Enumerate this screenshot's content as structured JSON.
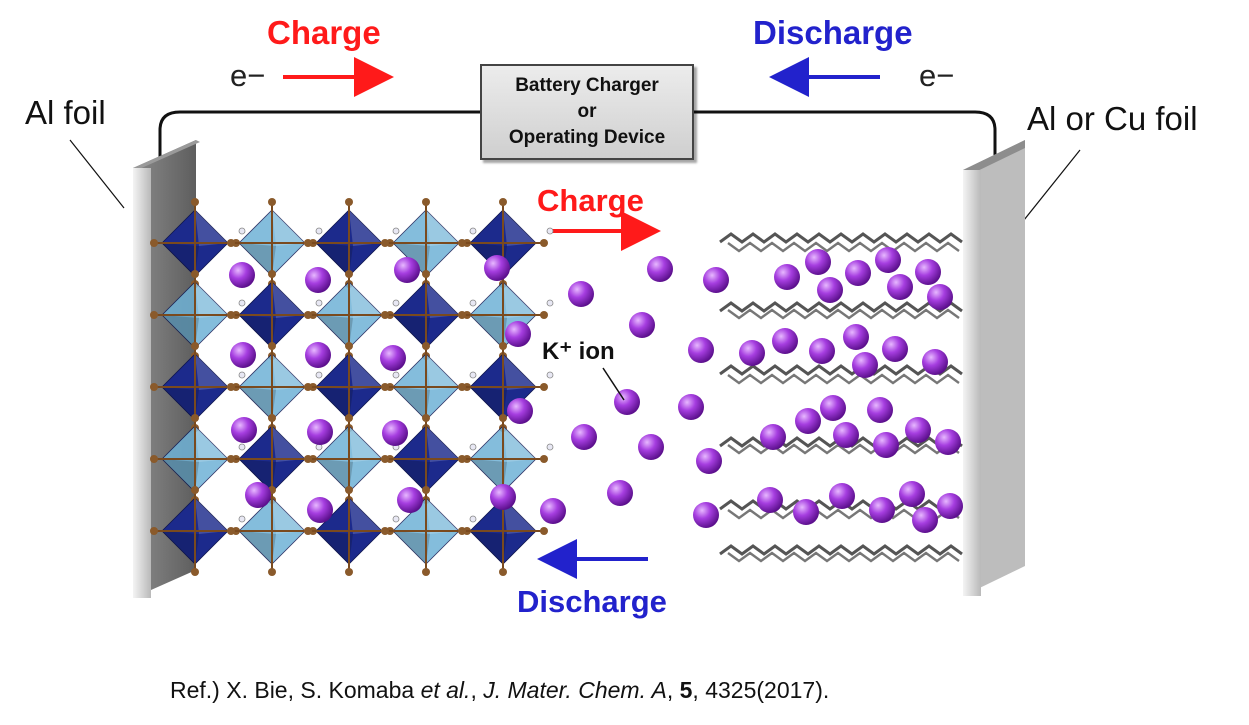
{
  "labels": {
    "charge_top": "Charge",
    "discharge_top": "Discharge",
    "electron_left": "e−",
    "electron_right": "e−",
    "device_line1": "Battery Charger",
    "device_line2": "or",
    "device_line3": "Operating Device",
    "left_foil": "Al foil",
    "right_foil": "Al or Cu foil",
    "charge_mid": "Charge",
    "discharge_bottom": "Discharge",
    "ion": "K⁺ ion"
  },
  "reference": {
    "prefix": "Ref.) X. Bie, S. Komaba ",
    "etal": "et al.",
    "sep1": ", ",
    "journal": "J. Mater. Chem. A",
    "sep2": ", ",
    "volume": "5",
    "pages": ", 4325(2017)."
  },
  "colors": {
    "charge": "#ff1a1a",
    "discharge": "#2222cc",
    "k_ion": "#9b30d9",
    "octahedron_dark": "#1c2a8c",
    "octahedron_light": "#6fb2d6",
    "graphite": "#555555",
    "foil": "#c8c8c8"
  }
}
